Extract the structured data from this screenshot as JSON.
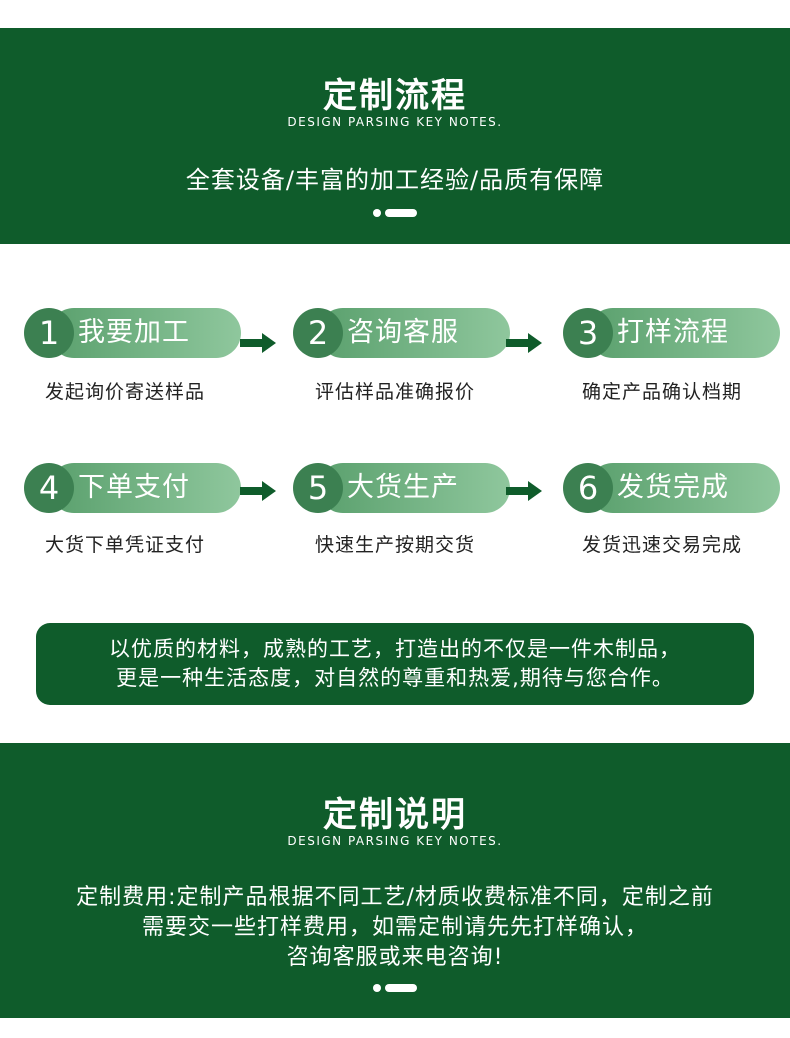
{
  "process": {
    "title": "定制流程",
    "subtitle": "DESIGN PARSING KEY NOTES.",
    "tagline": "全套设备/丰富的加工经验/品质有保障",
    "steps": [
      {
        "num": "1",
        "label": "我要加工",
        "desc": "发起询价寄送样品"
      },
      {
        "num": "2",
        "label": "咨询客服",
        "desc": "评估样品准确报价"
      },
      {
        "num": "3",
        "label": "打样流程",
        "desc": "确定产品确认档期"
      },
      {
        "num": "4",
        "label": "下单支付",
        "desc": "大货下单凭证支付"
      },
      {
        "num": "5",
        "label": "大货生产",
        "desc": "快速生产按期交货"
      },
      {
        "num": "6",
        "label": "发货完成",
        "desc": "发货迅速交易完成"
      }
    ]
  },
  "quote": {
    "line1": "以优质的材料，成熟的工艺，打造出的不仅是一件木制品，",
    "line2": "更是一种生活态度，对自然的尊重和热爱,期待与您合作。"
  },
  "notes": {
    "title": "定制说明",
    "subtitle": "DESIGN PARSING KEY NOTES.",
    "line1": "定制费用:定制产品根据不同工艺/材质收费标准不同，定制之前",
    "line2": "需要交一些打样费用，如需定制请先先打样确认，",
    "line3": "咨询客服或来电咨询!"
  },
  "colors": {
    "brand_green": "#0f5c2b",
    "pill_green": "#5aa06d",
    "number_green": "#3c8051"
  }
}
